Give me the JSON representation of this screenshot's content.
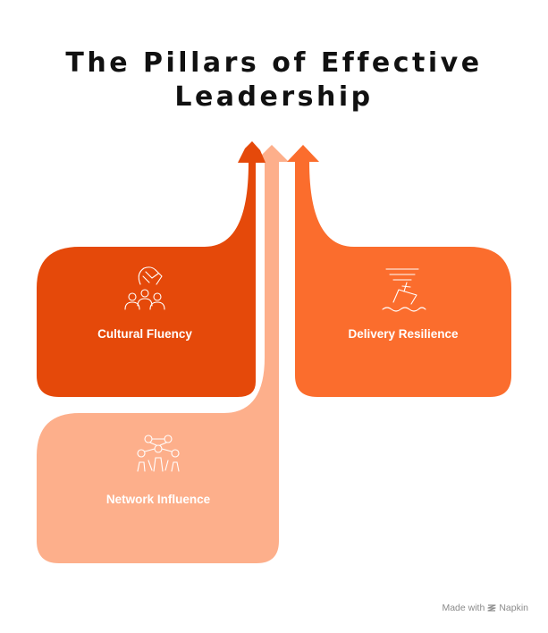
{
  "title": {
    "line1": "The Pillars of Effective",
    "line2": "Leadership"
  },
  "pillars": [
    {
      "label": "Cultural Fluency",
      "icon": "people-handshake-icon",
      "color": "#E5490A"
    },
    {
      "label": "Delivery Resilience",
      "icon": "sinking-ship-icon",
      "color": "#FB6D2D"
    },
    {
      "label": "Network Influence",
      "icon": "network-people-icon",
      "color": "#FDAF8B"
    }
  ],
  "footer": {
    "made_with": "Made with",
    "brand": "Napkin"
  }
}
